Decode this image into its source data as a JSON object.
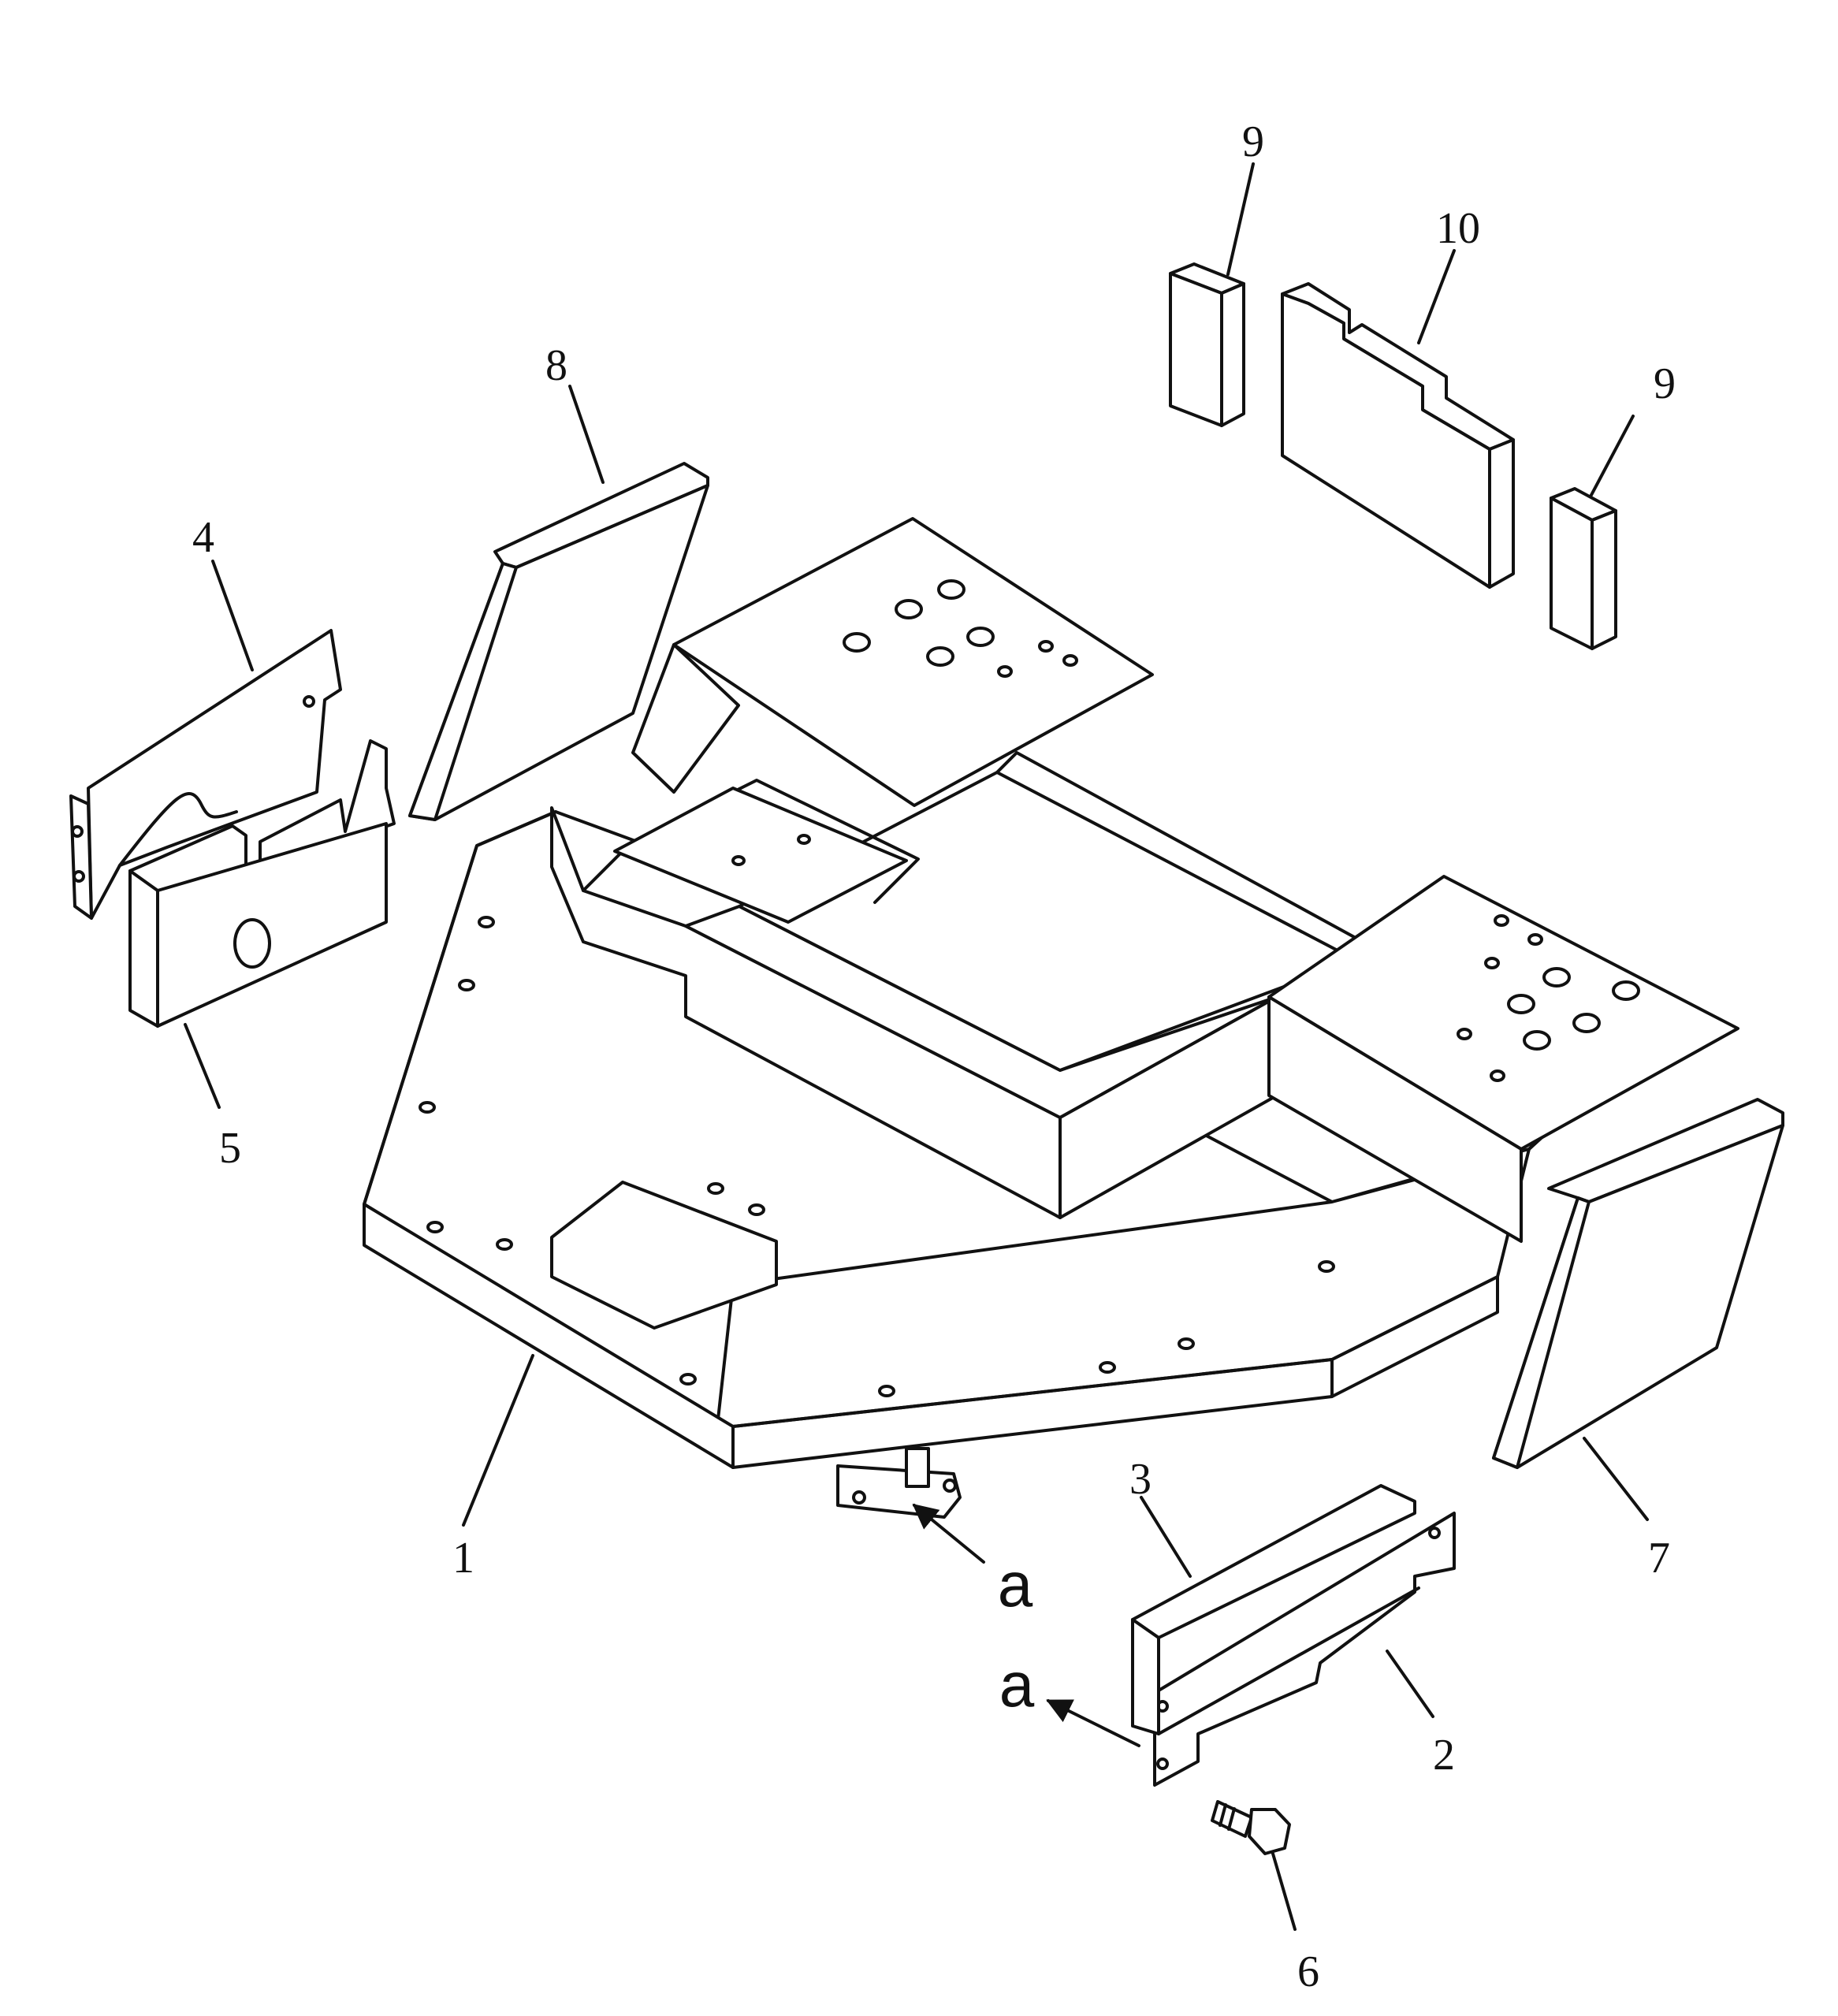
{
  "callouts": {
    "c1": "1",
    "c2": "2",
    "c3": "3",
    "c4": "4",
    "c5": "5",
    "c6": "6",
    "c7": "7",
    "c8": "8",
    "c9a": "9",
    "c9b": "9",
    "c10": "10"
  },
  "view_markers": {
    "a1": "a",
    "a2": "a"
  },
  "colors": {
    "line": "#111111",
    "background": "#ffffff"
  }
}
